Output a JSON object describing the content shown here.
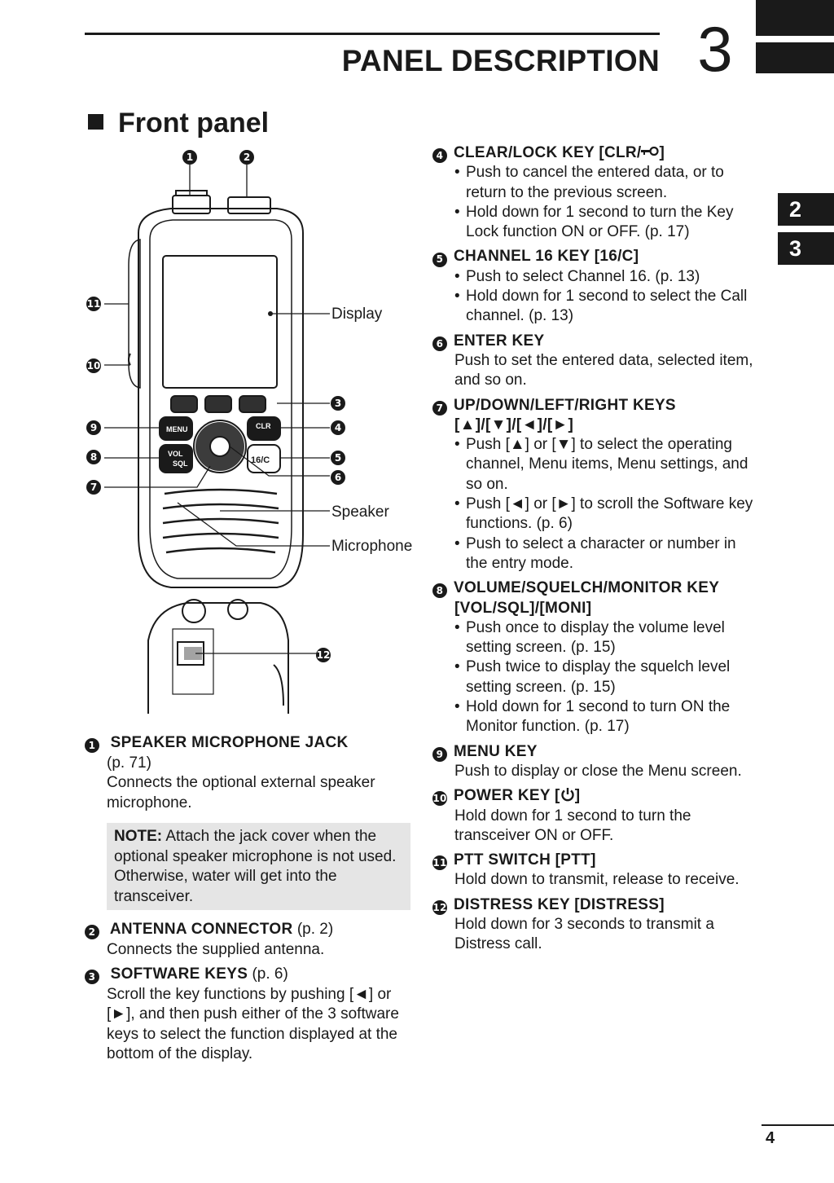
{
  "header": {
    "title": "PANEL DESCRIPTION",
    "chapter": "3",
    "side_tabs": [
      "2",
      "3"
    ]
  },
  "section_title": "Front panel",
  "figure": {
    "callouts": {
      "display": "Display",
      "speaker": "Speaker",
      "microphone": "Microphone"
    },
    "key_labels": {
      "menu": "MENU",
      "clr": "CLR",
      "vol": "VOL",
      "sql": "SQL",
      "ch16": "16/C"
    },
    "numbers": [
      "1",
      "2",
      "3",
      "4",
      "5",
      "6",
      "7",
      "8",
      "9",
      "10",
      "11",
      "12"
    ]
  },
  "left_items": [
    {
      "num": "1",
      "title": "SPEAKER MICROPHONE JACK",
      "ref": "(p. 71)",
      "body": "Connects the optional external speaker microphone."
    },
    {
      "num": "2",
      "title": "ANTENNA CONNECTOR",
      "ref": " (p. 2)",
      "body": "Connects the supplied antenna."
    },
    {
      "num": "3",
      "title": "SOFTWARE KEYS",
      "ref": " (p. 6)",
      "body": "Scroll the key functions by pushing [◄] or [►], and then push either of the 3 software keys to select the function displayed at the bottom of the display."
    }
  ],
  "note": {
    "label": "NOTE:",
    "text": " Attach the jack cover when the optional speaker microphone is not used. Otherwise, water will get into the transceiver."
  },
  "right_items": {
    "i4": {
      "num": "4",
      "title": "CLEAR/LOCK KEY [CLR/",
      "title_end": "]",
      "bullets": [
        "Push to cancel the entered data, or to return to the previous screen.",
        "Hold down for 1 second to turn the Key Lock function ON or OFF. (p. 17)"
      ]
    },
    "i5": {
      "num": "5",
      "title": "CHANNEL 16 KEY [16/C]",
      "bullets": [
        "Push to select Channel 16. (p. 13)",
        "Hold down for 1 second to select the Call channel. (p. 13)"
      ]
    },
    "i6": {
      "num": "6",
      "title": "ENTER KEY",
      "body": "Push to set the entered data, selected item, and so on."
    },
    "i7": {
      "num": "7",
      "title": "UP/DOWN/LEFT/RIGHT KEYS",
      "title2": "[▲]/[▼]/[◄]/[►]",
      "bullets": [
        "Push [▲] or [▼] to select the operating channel, Menu items, Menu settings, and so on.",
        "Push [◄] or [►] to scroll the Software key functions. (p. 6)",
        "Push to select a character or number in the entry mode."
      ]
    },
    "i8": {
      "num": "8",
      "title": "VOLUME/SQUELCH/MONITOR KEY",
      "title2": "[VOL/SQL]/[MONI]",
      "bullets": [
        "Push once to display the volume level setting screen. (p. 15)",
        "Push twice to display the squelch level setting screen. (p. 15)",
        "Hold down for 1 second to turn ON the Monitor function. (p. 17)"
      ]
    },
    "i9": {
      "num": "9",
      "title": "MENU KEY",
      "body": "Push to display or close the Menu screen."
    },
    "i10": {
      "num": "10",
      "title": "POWER KEY [",
      "title_end": "]",
      "body": "Hold down for 1 second to turn the transceiver ON or OFF."
    },
    "i11": {
      "num": "11",
      "title": "PTT SWITCH [PTT]",
      "body": "Hold down to transmit, release to receive."
    },
    "i12": {
      "num": "12",
      "title": "DISTRESS KEY [DISTRESS]",
      "body": "Hold down for 3 seconds to transmit a Distress call."
    }
  },
  "page_number": "4"
}
